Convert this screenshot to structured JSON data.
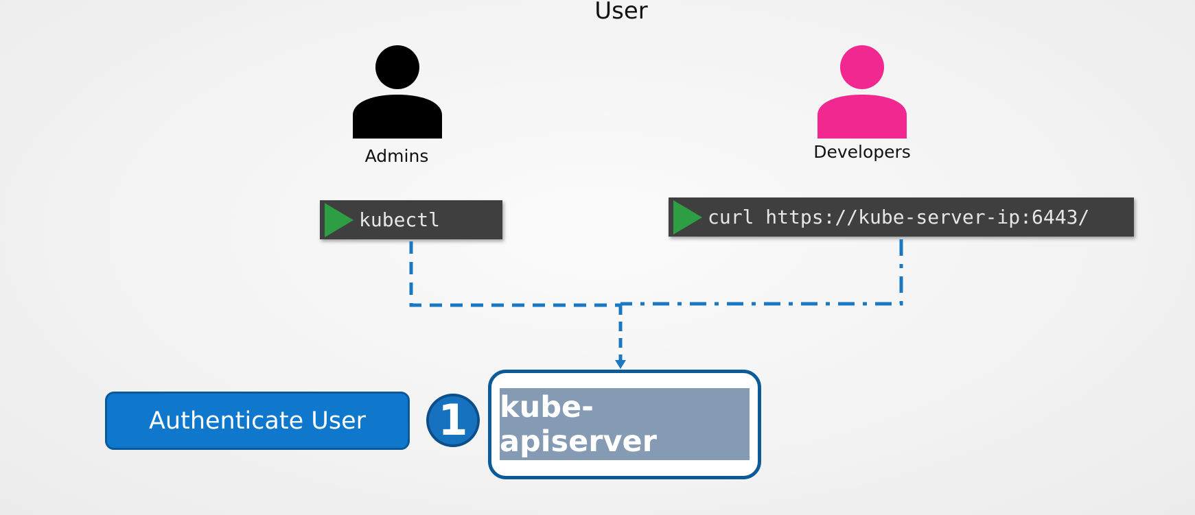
{
  "diagram": {
    "title": "User",
    "actors": [
      {
        "label": "Admins",
        "color": "#000000",
        "icon": "person-icon"
      },
      {
        "label": "Developers",
        "color": "#f0288f",
        "icon": "person-icon"
      }
    ],
    "commands": [
      {
        "text": "kubectl",
        "icon": "play-icon"
      },
      {
        "text": "curl https://kube-server-ip:6443/",
        "icon": "play-icon"
      }
    ],
    "step": {
      "number": "1",
      "label": "Authenticate User"
    },
    "server": {
      "label": "kube-apiserver"
    },
    "colors": {
      "connector": "#1a78c2",
      "step_blue": "#0f78cc",
      "server_fill": "#859bb3",
      "server_border": "#0c5a98",
      "play_green": "#2e9e44"
    }
  }
}
